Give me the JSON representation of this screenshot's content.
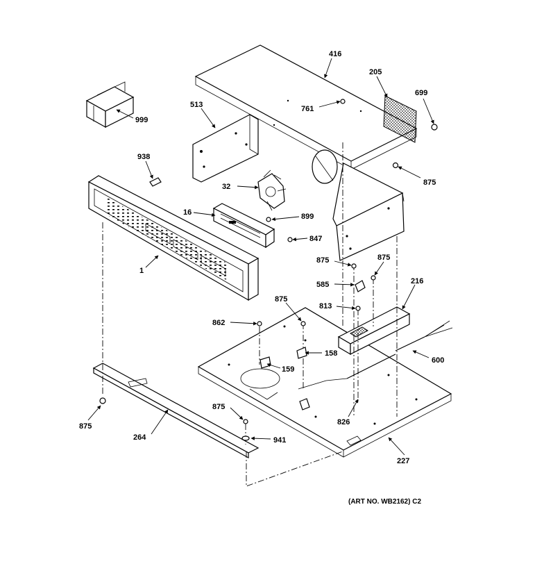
{
  "diagram": {
    "labels": {
      "p416": "416",
      "p205": "205",
      "p699a": "699",
      "p999": "999",
      "p513": "513",
      "p761": "761",
      "p938": "938",
      "p875a": "875",
      "p32": "32",
      "p16": "16",
      "p899": "899",
      "p847": "847",
      "p1": "1",
      "p875b": "875",
      "p875c": "875",
      "p585": "585",
      "p216": "216",
      "p813": "813",
      "p875d": "875",
      "p862": "862",
      "p158": "158",
      "p159": "159",
      "p600": "600",
      "p875e": "875",
      "p264": "264",
      "p875f": "875",
      "p941": "941",
      "p826": "826",
      "p227": "227"
    },
    "art_number": "(ART NO. WB2162) C2"
  }
}
